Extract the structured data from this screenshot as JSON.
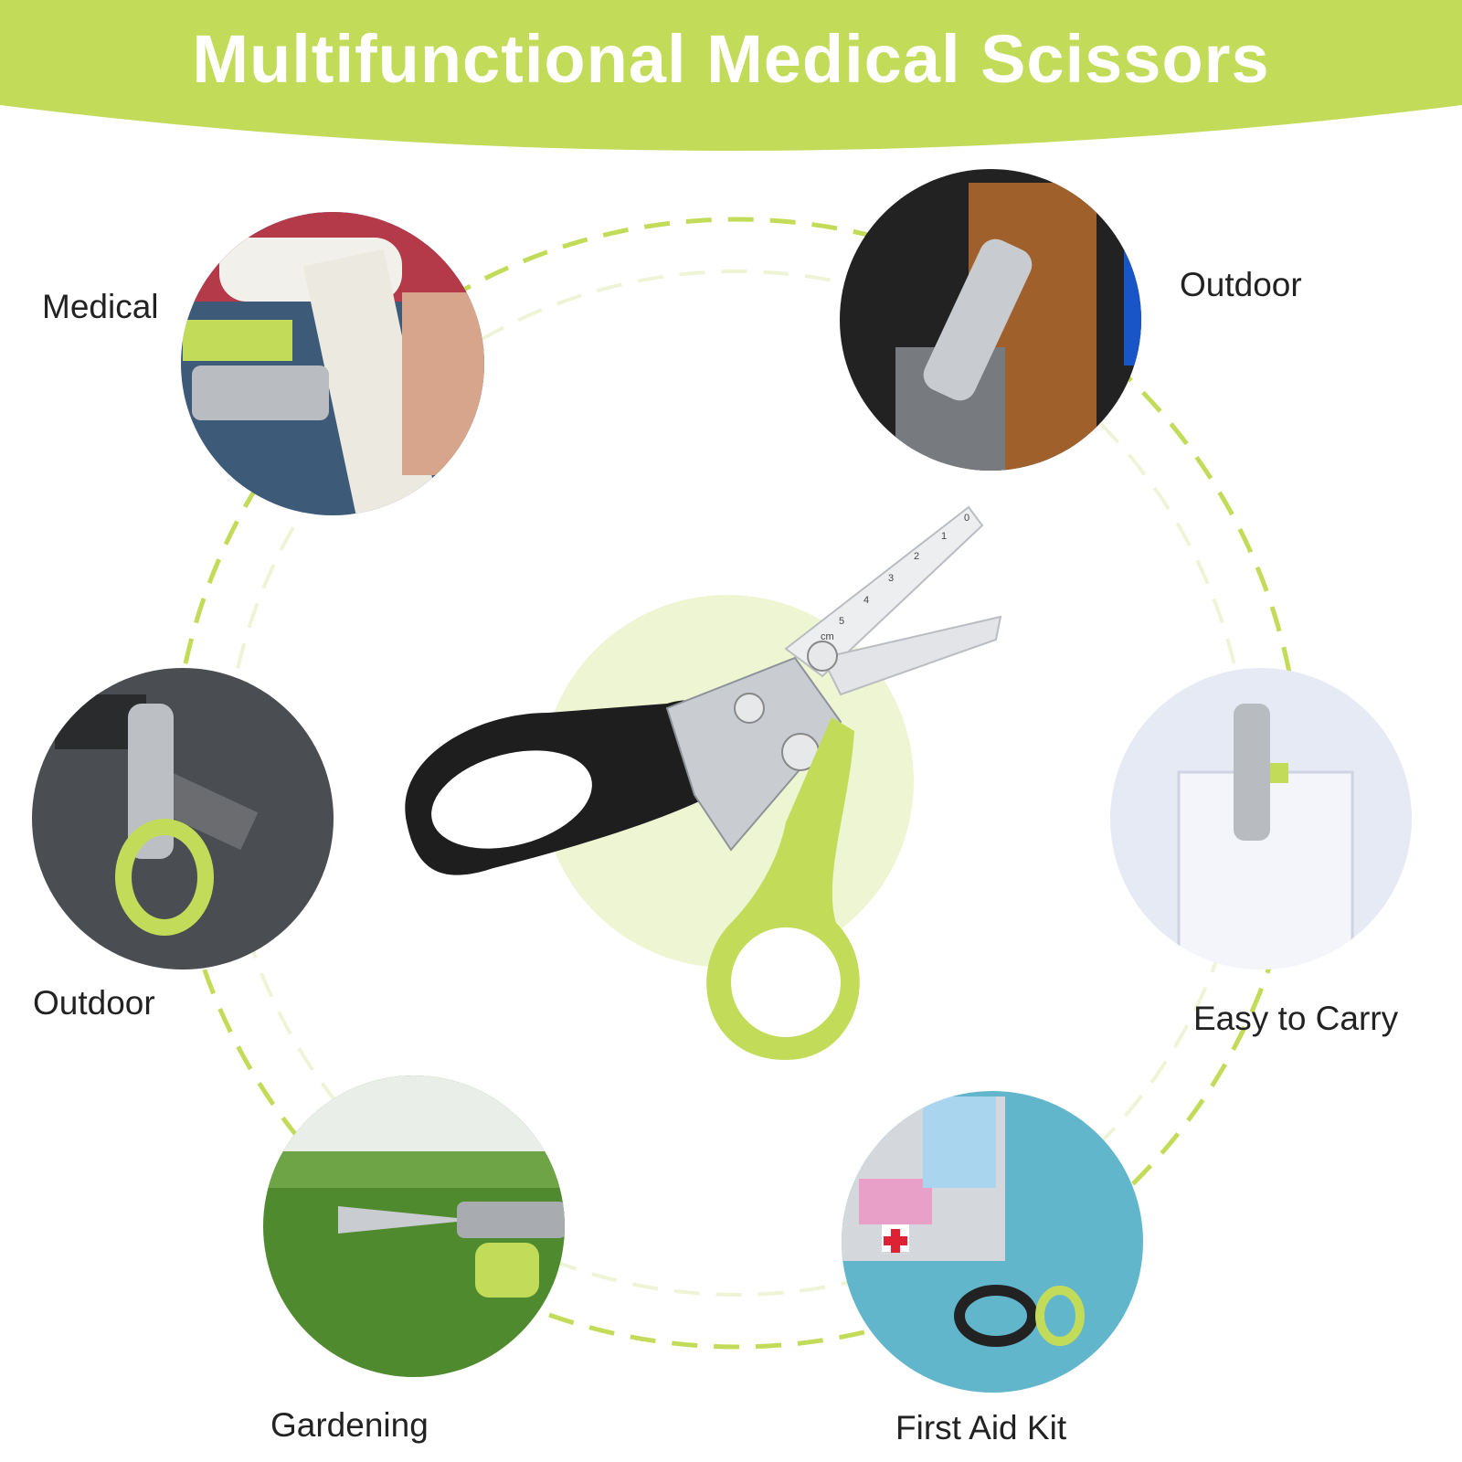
{
  "header": {
    "title": "Multifunctional Medical Scissors",
    "color": "#c2dc5a"
  },
  "accent_color": "#c2dc5a",
  "uses": [
    {
      "label": "Medical",
      "scene": "bandage-cutting"
    },
    {
      "label": "Outdoor",
      "scene": "scissors-in-pouch"
    },
    {
      "label": "Outdoor",
      "scene": "scissors-on-backpack"
    },
    {
      "label": "Easy to Carry",
      "scene": "scissors-in-shirt-pocket"
    },
    {
      "label": "Gardening",
      "scene": "plant-pruning"
    },
    {
      "label": "First Aid Kit",
      "scene": "first-aid-box"
    }
  ],
  "product": {
    "ruler_marks": [
      "0",
      "1",
      "2",
      "3",
      "4",
      "5",
      "cm"
    ]
  }
}
